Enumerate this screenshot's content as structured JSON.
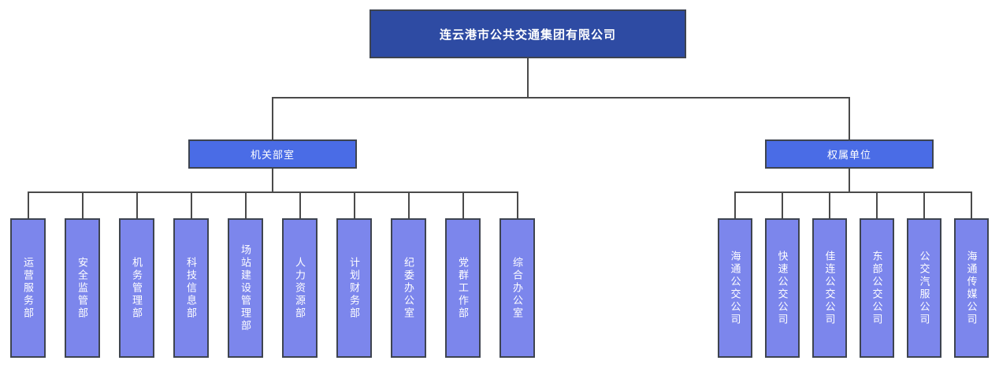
{
  "org": {
    "root": {
      "label": "连云港市公共交通集团有限公司"
    },
    "branches": [
      {
        "label": "机关部室",
        "children": [
          "运营服务部",
          "安全监管部",
          "机务管理部",
          "科技信息部",
          "场站建设管理部",
          "人力资源部",
          "计划财务部",
          "纪委办公室",
          "党群工作部",
          "综合办公室"
        ]
      },
      {
        "label": "权属单位",
        "children": [
          "海通公交公司",
          "快速公交公司",
          "佳连公交公司",
          "东部公交公司",
          "公交汽服公司",
          "海通传媒公司"
        ]
      }
    ]
  },
  "colors": {
    "root_fill": "#2e4ba3",
    "branch_fill": "#4a6ce6",
    "leaf_fill": "#7c86ec",
    "border": "#3e4450",
    "line": "#4a4a4a",
    "text": "#ffffff"
  }
}
